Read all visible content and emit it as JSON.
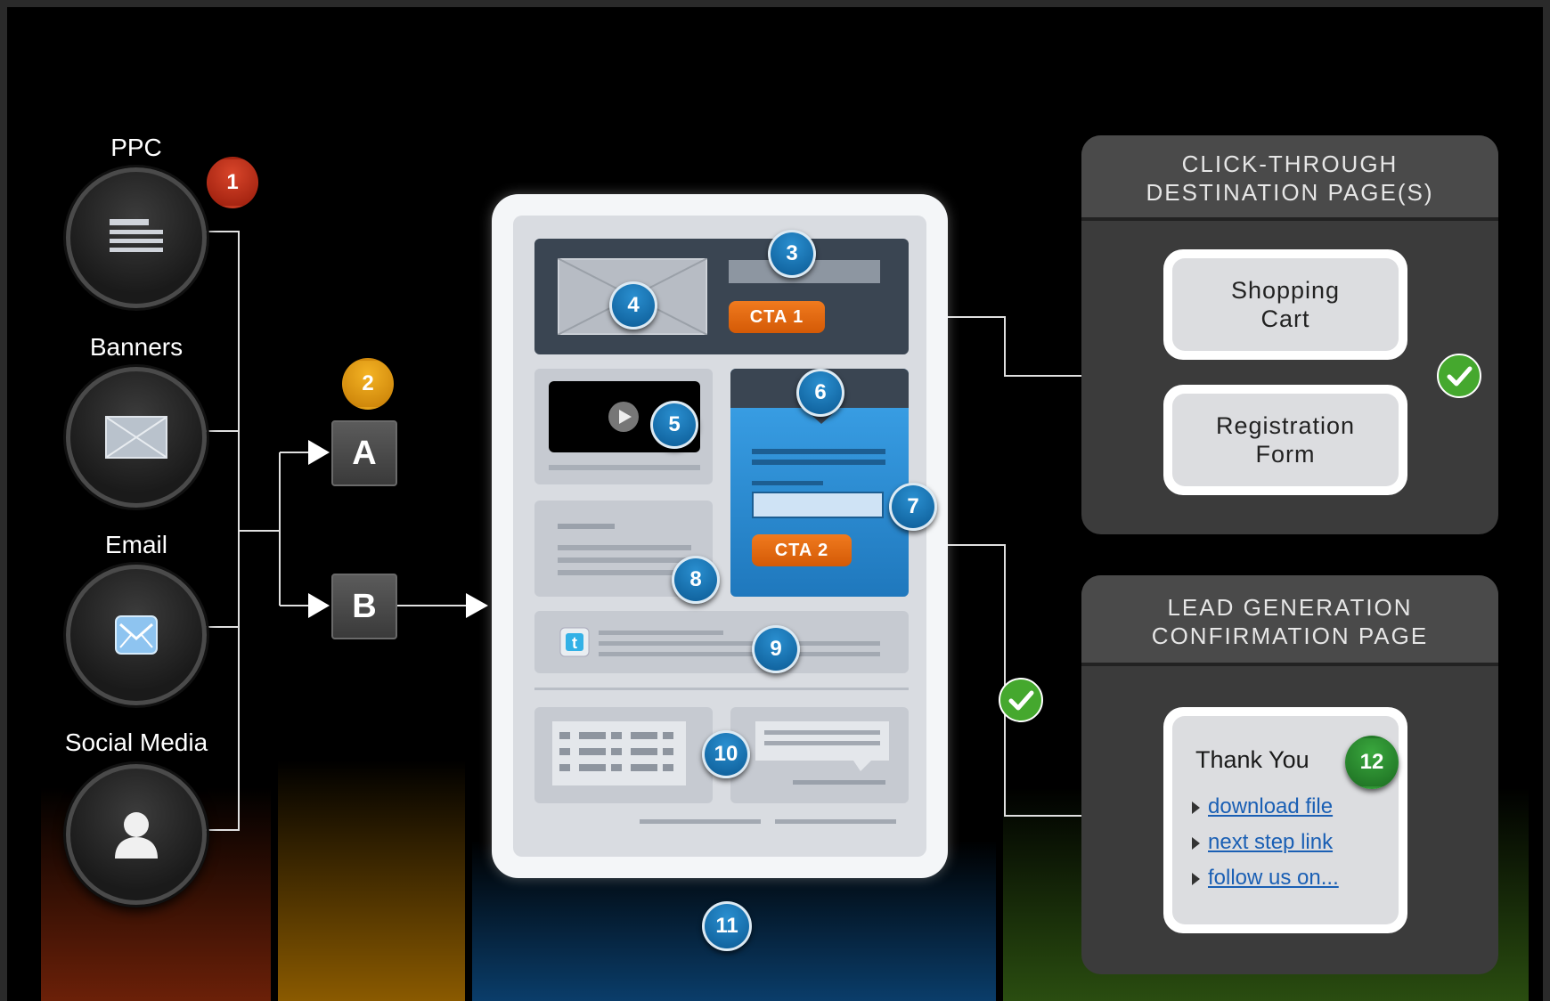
{
  "sources": [
    {
      "label": "PPC",
      "icon": "text-lines-icon"
    },
    {
      "label": "Banners",
      "icon": "image-placeholder-icon"
    },
    {
      "label": "Email",
      "icon": "envelope-icon"
    },
    {
      "label": "Social Media",
      "icon": "person-icon"
    }
  ],
  "badges": [
    "1",
    "2",
    "3",
    "4",
    "5",
    "6",
    "7",
    "8",
    "9",
    "10",
    "11",
    "12"
  ],
  "variants": [
    "A",
    "B"
  ],
  "landing_page": {
    "cta1": "CTA 1",
    "cta2": "CTA 2"
  },
  "click_through": {
    "title_line1": "CLICK-THROUGH",
    "title_line2": "DESTINATION PAGE(S)",
    "box1_line1": "Shopping",
    "box1_line2": "Cart",
    "box2_line1": "Registration",
    "box2_line2": "Form"
  },
  "lead_gen": {
    "title_line1": "LEAD GENERATION",
    "title_line2": "CONFIRMATION PAGE",
    "heading": "Thank You",
    "links": [
      "download file",
      "next step link",
      "follow us on..."
    ]
  },
  "colors": {
    "badge_blue": "#0b5a94",
    "badge_red": "#b1290f",
    "badge_gold": "#e09a10",
    "badge_green": "#2b8a30",
    "cta_orange": "#e86a12",
    "form_blue": "#2a8fd0"
  }
}
